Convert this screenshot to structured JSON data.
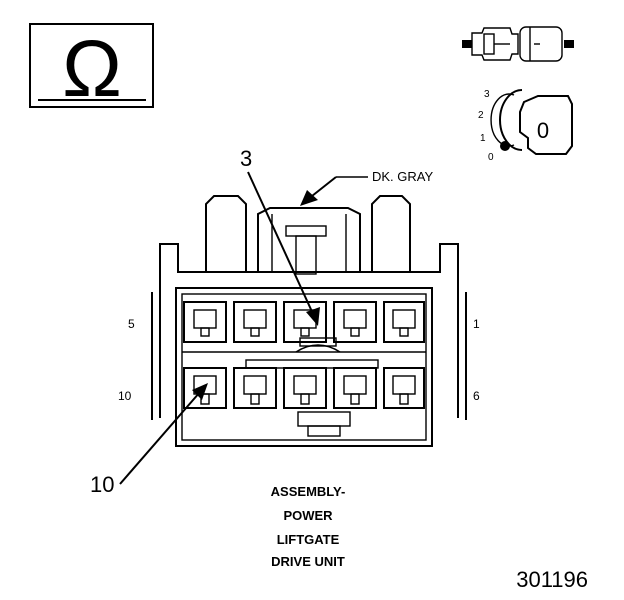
{
  "symbol": {
    "name": "ohm-icon",
    "glyph": "Ω"
  },
  "connector_color": "DK. GRAY",
  "callouts": {
    "top": "3",
    "bottom": "10"
  },
  "pins": {
    "top_left": "5",
    "top_right": "1",
    "bottom_left": "10",
    "bottom_right": "6"
  },
  "title": {
    "line1": "ASSEMBLY-",
    "line2": "POWER",
    "line3": "LIFTGATE",
    "line4": "DRIVE UNIT"
  },
  "figure_number": "301196",
  "lock_position": {
    "positions": [
      "3",
      "2",
      "1",
      "0"
    ],
    "indicator": "0"
  }
}
